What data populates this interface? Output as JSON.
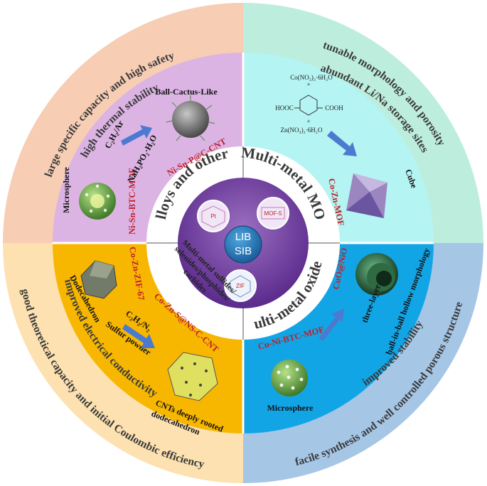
{
  "center": {
    "line1": "LIB",
    "line2": "SIB"
  },
  "inner_labels": {
    "top_left": "Pt",
    "top_right": "MOF-5",
    "bottom": "ZIF"
  },
  "quadrants": {
    "top_left": {
      "colors": {
        "outer": "#f7cdb4",
        "inner": "#dcb4e4"
      },
      "outer_text": [
        "large specific capacity and high safety",
        "high thermal stability"
      ],
      "category": "alloys and others",
      "mof": "Ni-Sn-BTC-MOF",
      "product": "Ni-Sn-P@C-CNT",
      "reagent1": "C₂H₂/Ar",
      "reagent2": "NaH₂PO₂·H₂O",
      "start_shape": "Microsphere",
      "end_shape": "Ball-Cactus-Like"
    },
    "top_right": {
      "colors": {
        "outer": "#bdeedd",
        "inner": "#b4f4f2"
      },
      "outer_text": [
        "tunable morphology and porosity",
        "abundant Li/Na storage sites"
      ],
      "category": "Multi-metal MOF",
      "product": "Co-Zn-MOF",
      "chem": [
        "Co(NO₃)₂·6H₂O",
        "+",
        "HOOC",
        "COOH",
        "+",
        "Zn(NO₃)₂·6H₂O"
      ],
      "end_shape": "Cube"
    },
    "bottom_left": {
      "colors": {
        "outer": "#fde1b0",
        "inner": "#f7b700"
      },
      "outer_text": [
        "improved electrical conductivity",
        "good theoretical capacity and initial Coulombic efficiency"
      ],
      "category": [
        "Multi-metal sulfides/",
        "selenides/phosphides/",
        "carbides"
      ],
      "mof": "Co-Zn-ZIF-67",
      "product": "Co-Zn-S@NS-C-CNT",
      "reagent1": "C₂H₂/N₂",
      "reagent2": "Sulfur powder",
      "start_shape": "Dodecahedron",
      "end_shape": [
        "CNTs deeply rooted",
        "dodecahedron"
      ]
    },
    "bottom_right": {
      "colors": {
        "outer": "#a6c6e6",
        "inner": "#12a5e6"
      },
      "outer_text": [
        "improved stability",
        "facile synthesis and well controlled porous structure"
      ],
      "category": "Multi-metal oxides",
      "mof": "Cu-Ni-BTC-MOF",
      "product": "CuO@NiO",
      "start_shape": "Microsphere",
      "end_shape": [
        "three-layer",
        "ball-in-ball hollow morphology"
      ]
    }
  }
}
